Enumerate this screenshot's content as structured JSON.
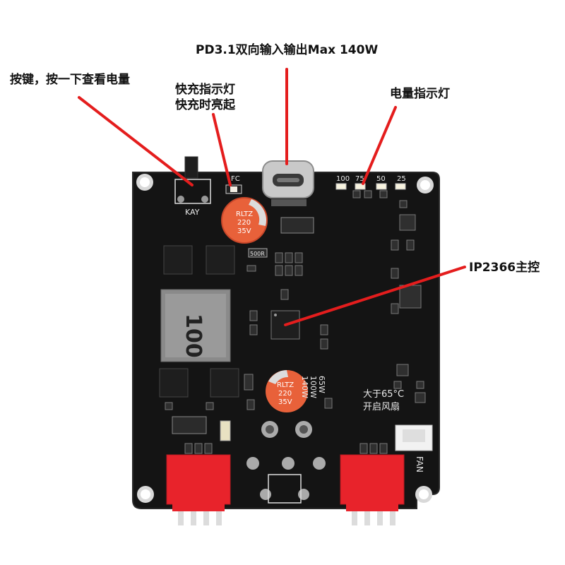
{
  "annotations": {
    "pd_title": "PD3.1双向输入输出Max 140W",
    "button": "按键，按一下查看电量",
    "fast_charge_line1": "快充指示灯",
    "fast_charge_line2": "快充时亮起",
    "battery_led": "电量指示灯",
    "controller": "IP2366主控"
  },
  "board": {
    "key_label": "KAY",
    "fc_label": "FC",
    "led_levels": [
      "100",
      "75",
      "50",
      "25"
    ],
    "cap_top": [
      "RLTZ",
      "220",
      "35V"
    ],
    "cap_bottom": [
      "RLTZ",
      "220",
      "35V"
    ],
    "inductor": "100",
    "power_options": [
      "65W",
      "100W",
      "140W"
    ],
    "fan_note_line1": "大于65°C",
    "fan_note_line2": "开启风扇",
    "fan_label": "FAN",
    "resistor_code": "500R"
  },
  "colors": {
    "board": "#141414",
    "annotation_line": "#e41d1d",
    "connector": "#e8232b",
    "capacitor": "#e8613a"
  }
}
